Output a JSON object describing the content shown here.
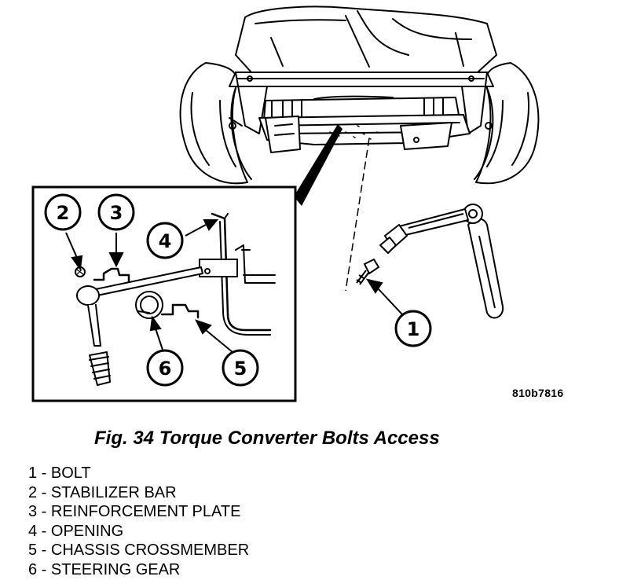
{
  "figure": {
    "code": "810b7816",
    "caption": "Fig. 34 Torque Converter Bolts Access",
    "callouts": [
      "1",
      "2",
      "3",
      "4",
      "5",
      "6"
    ]
  },
  "legend": [
    "1 - BOLT",
    "2 - STABILIZER BAR",
    "3 - REINFORCEMENT PLATE",
    "4 - OPENING",
    "5 - CHASSIS CROSSMEMBER",
    "6 - STEERING GEAR"
  ]
}
